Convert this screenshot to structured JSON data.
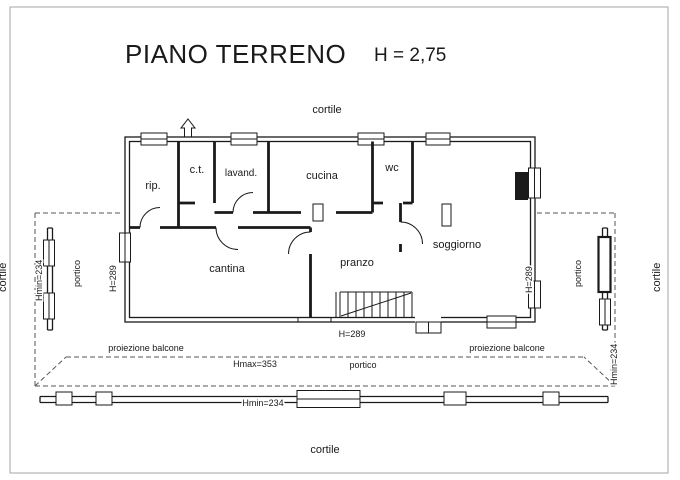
{
  "title": "PIANO TERRENO",
  "height_note": "H = 2,75",
  "areas": {
    "cortile_top": "cortile",
    "cortile_bottom": "cortile",
    "cortile_right": "cortile",
    "cortile_left": "cortile",
    "portico_left": "portico",
    "portico_right": "portico",
    "portico_bottom": "portico"
  },
  "rooms": {
    "rip": "rip.",
    "ct": "c.t.",
    "lavand": "lavand.",
    "cucina": "cucina",
    "wc": "wc",
    "soggiorno": "soggiorno",
    "cantina": "cantina",
    "pranzo": "pranzo"
  },
  "annotations": {
    "proiezione_balcone_left": "proiezione balcone",
    "proiezione_balcone_right": "proiezione balcone",
    "hmax": "Hmax=353",
    "hmin_bottom": "Hmin=234",
    "hmin_left": "Hmin=234",
    "hmin_right": "Hmin=234",
    "h289_left": "H=289",
    "h289_right": "H=289",
    "h289_stairs": "H=289"
  }
}
